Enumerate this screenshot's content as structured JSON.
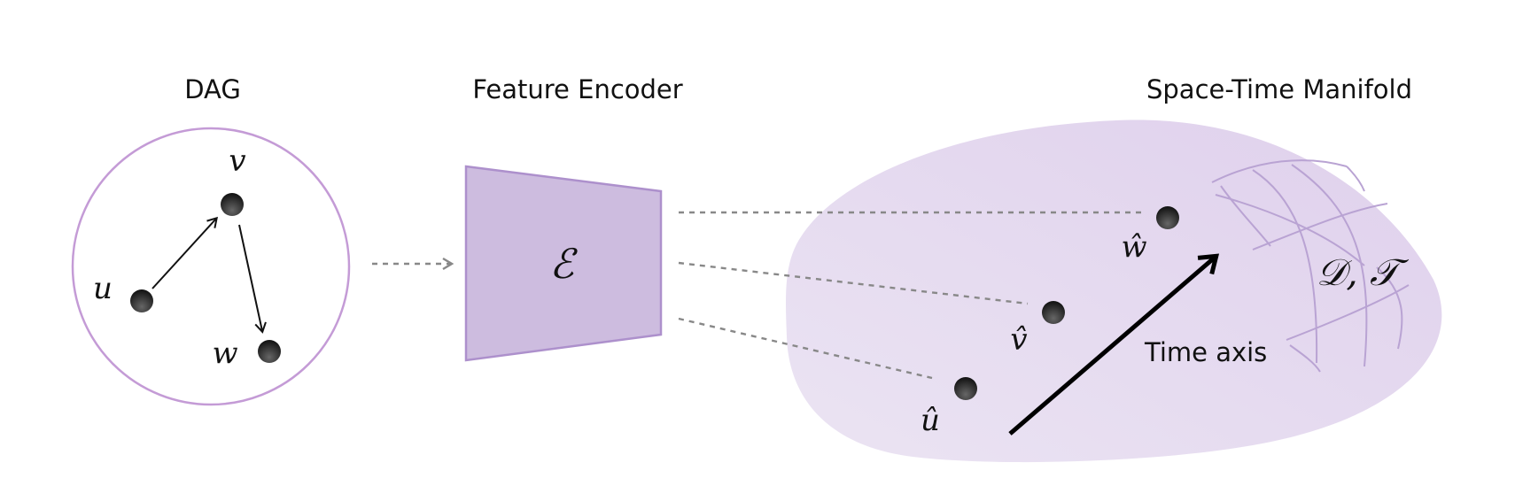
{
  "titles": {
    "dag": "DAG",
    "encoder": "Feature Encoder",
    "manifold": "Space-Time Manifold"
  },
  "dag_nodes": {
    "u": "u",
    "v": "v",
    "w": "w"
  },
  "encoder_symbol": "ℰ",
  "manifold_nodes": {
    "u_hat": "û",
    "v_hat": "v̂",
    "w_hat": "ŵ"
  },
  "manifold_label": "𝒟, 𝒯",
  "time_axis_label": "Time axis",
  "colors": {
    "circle_stroke": "#c49bd6",
    "encoder_fill": "#cdbcdf",
    "encoder_stroke": "#ad90cc",
    "manifold_fill": "#e4d8ef",
    "node": "#1a1a1a",
    "dash": "#888888",
    "grid": "#b9a3d3"
  }
}
